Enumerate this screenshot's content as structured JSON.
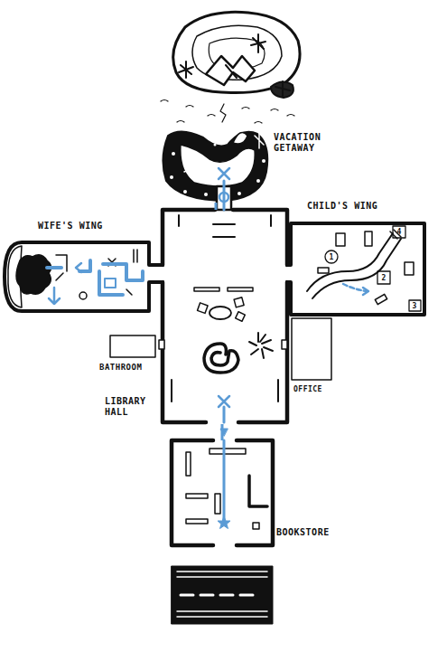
{
  "diagram": {
    "nodes": [
      {
        "text": [
          "VACATION GETAWAY"
        ]
      },
      {
        "text": [
          "WIFE'S WING"
        ]
      },
      {
        "text": [
          "CHILD'S WING"
        ]
      },
      {
        "text": [
          "LIBRARY HALL"
        ]
      },
      {
        "text": [
          "BATHROOM"
        ]
      },
      {
        "text": [
          "OFFICE"
        ]
      },
      {
        "text": [
          "BOOKSTORE"
        ]
      }
    ],
    "edges": [
      {
        "from": 6,
        "to": 3,
        "arrow": "none"
      },
      {
        "from": 3,
        "to": 0,
        "arrow": "none"
      }
    ],
    "labels": [
      "1",
      "2",
      "3",
      "4"
    ]
  }
}
